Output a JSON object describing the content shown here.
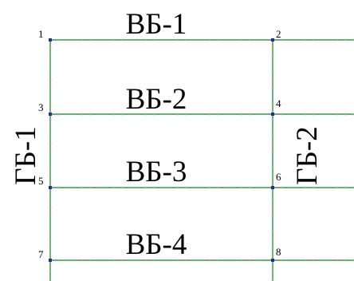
{
  "diagram": {
    "colors": {
      "member": "#1a7a2a",
      "tick": "#7fcf7f",
      "node": "#2a2aa0",
      "text": "#000000",
      "background": "#ffffff"
    },
    "beams": [
      "ВБ-1",
      "ВБ-2",
      "ВБ-3",
      "ВБ-4"
    ],
    "girders": [
      "ГБ-1",
      "ГБ-2"
    ],
    "nodes": [
      "1",
      "2",
      "3",
      "4",
      "5",
      "6",
      "7",
      "8"
    ]
  }
}
